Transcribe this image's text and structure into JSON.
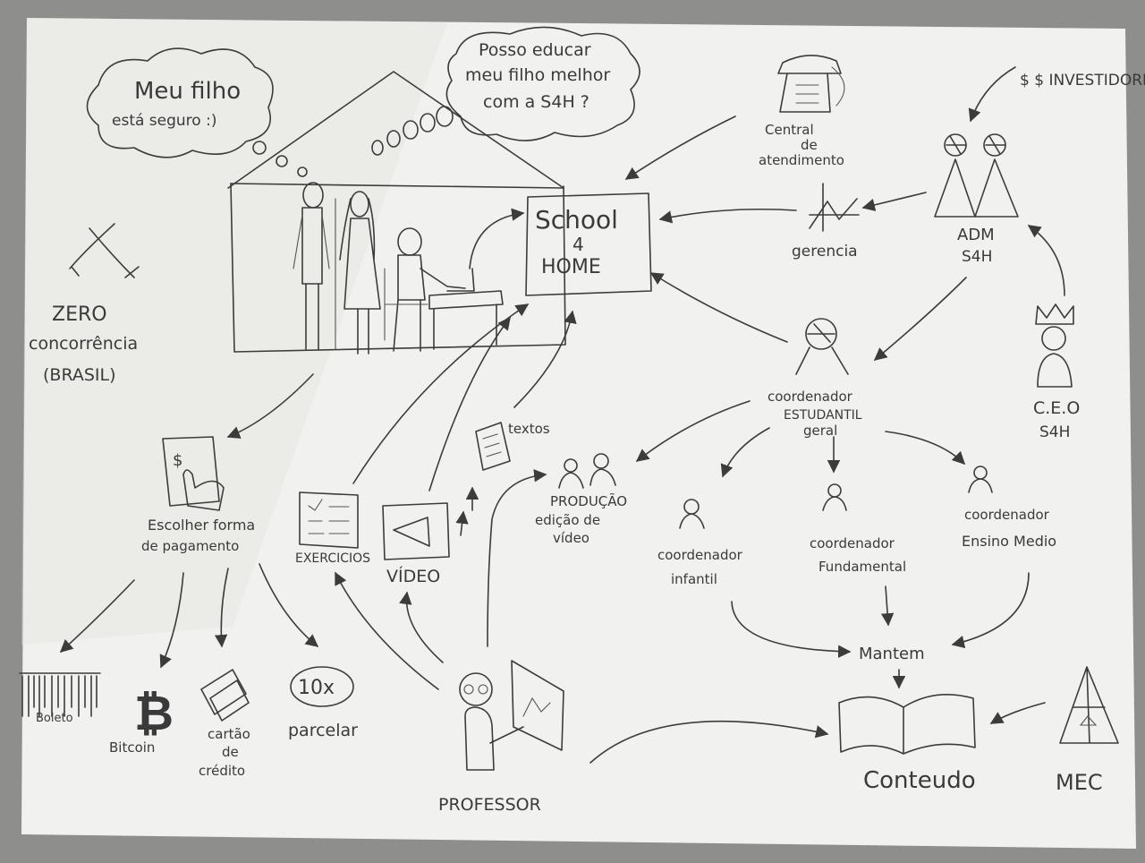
{
  "thought_bubbles": {
    "parent": [
      "Meu filho",
      "está seguro :)"
    ],
    "question": [
      "Posso educar",
      "meu filho melhor",
      "com a S4H ?"
    ]
  },
  "sidebar_left": {
    "zero": "ZERO",
    "concorrencia": "concorrência",
    "brasil": "(BRASIL)"
  },
  "nodes": {
    "school": [
      "School",
      "4",
      "HOME"
    ],
    "central": [
      "Central",
      "de",
      "atendimento"
    ],
    "investidores": "$ $ INVESTIDORES",
    "adm": [
      "ADM",
      "S4H"
    ],
    "gerencia": "gerencia",
    "ceo": [
      "C.E.O",
      "S4H"
    ],
    "coord_geral": [
      "coordenador",
      "ESTUDANTIL",
      "geral"
    ],
    "producao": [
      "PRODUÇÃO",
      "edição de",
      "vídeo"
    ],
    "textos": "textos",
    "exercicios": "EXERCICIOS",
    "video": "VÍDEO",
    "pagamento": [
      "Escolher forma",
      "de pagamento"
    ],
    "coord_infantil": [
      "coordenador",
      "infantil"
    ],
    "coord_fundamental": [
      "coordenador",
      "Fundamental"
    ],
    "coord_medio": [
      "coordenador",
      "Ensino Medio"
    ],
    "mantem": "Mantem",
    "conteudo": "Conteudo",
    "mec": "MEC",
    "professor": "PROFESSOR"
  },
  "payment_options": {
    "boleto": "Boleto",
    "bitcoin": "Bitcoin",
    "cartao": [
      "cartão",
      "de",
      "crédito"
    ],
    "parcelar_badge": "10x",
    "parcelar": "parcelar"
  },
  "colors": {
    "paper": "#f1f1ef",
    "ink": "#3c3c3c",
    "background": "#8e8e8c"
  }
}
